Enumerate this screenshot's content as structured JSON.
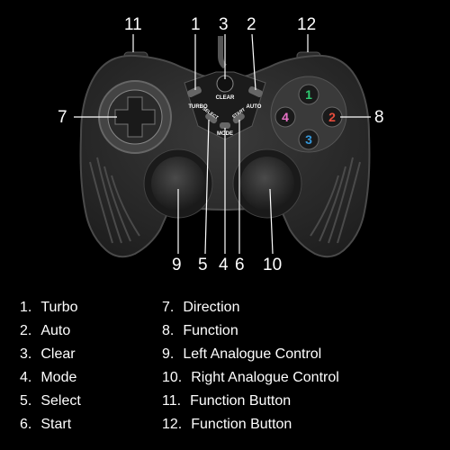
{
  "image": {
    "callout_numbers": {
      "c11": "11",
      "c1": "1",
      "c3": "3",
      "c2": "2",
      "c12": "12",
      "c7": "7",
      "c8": "8",
      "c9": "9",
      "c5": "5",
      "c4": "4",
      "c6": "6",
      "c10": "10"
    },
    "controller_labels": {
      "turbo": "TURBO",
      "clear": "CLEAR",
      "auto": "AUTO",
      "select": "SELECT",
      "start": "START",
      "mode": "MODE",
      "btn1": "1",
      "btn2": "2",
      "btn3": "3",
      "btn4": "4"
    },
    "colors": {
      "background": "#000000",
      "body": "#2c2c2c",
      "grip": "#3a3a3a",
      "btn1": "#2ecc71",
      "btn2": "#e74c3c",
      "btn3": "#3498db",
      "btn4": "#e872c8",
      "leader": "#ffffff"
    }
  },
  "legend": {
    "left": [
      {
        "num": "1.",
        "text": "Turbo"
      },
      {
        "num": "2.",
        "text": "Auto"
      },
      {
        "num": "3.",
        "text": "Clear"
      },
      {
        "num": "4.",
        "text": "Mode"
      },
      {
        "num": "5.",
        "text": "Select"
      },
      {
        "num": "6.",
        "text": "Start"
      }
    ],
    "right": [
      {
        "num": "7.",
        "text": "Direction"
      },
      {
        "num": "8.",
        "text": "Function"
      },
      {
        "num": "9.",
        "text": "Left Analogue Control"
      },
      {
        "num": "10.",
        "text": "Right Analogue Control"
      },
      {
        "num": "11.",
        "text": "Function Button"
      },
      {
        "num": "12.",
        "text": "Function Button"
      }
    ]
  }
}
